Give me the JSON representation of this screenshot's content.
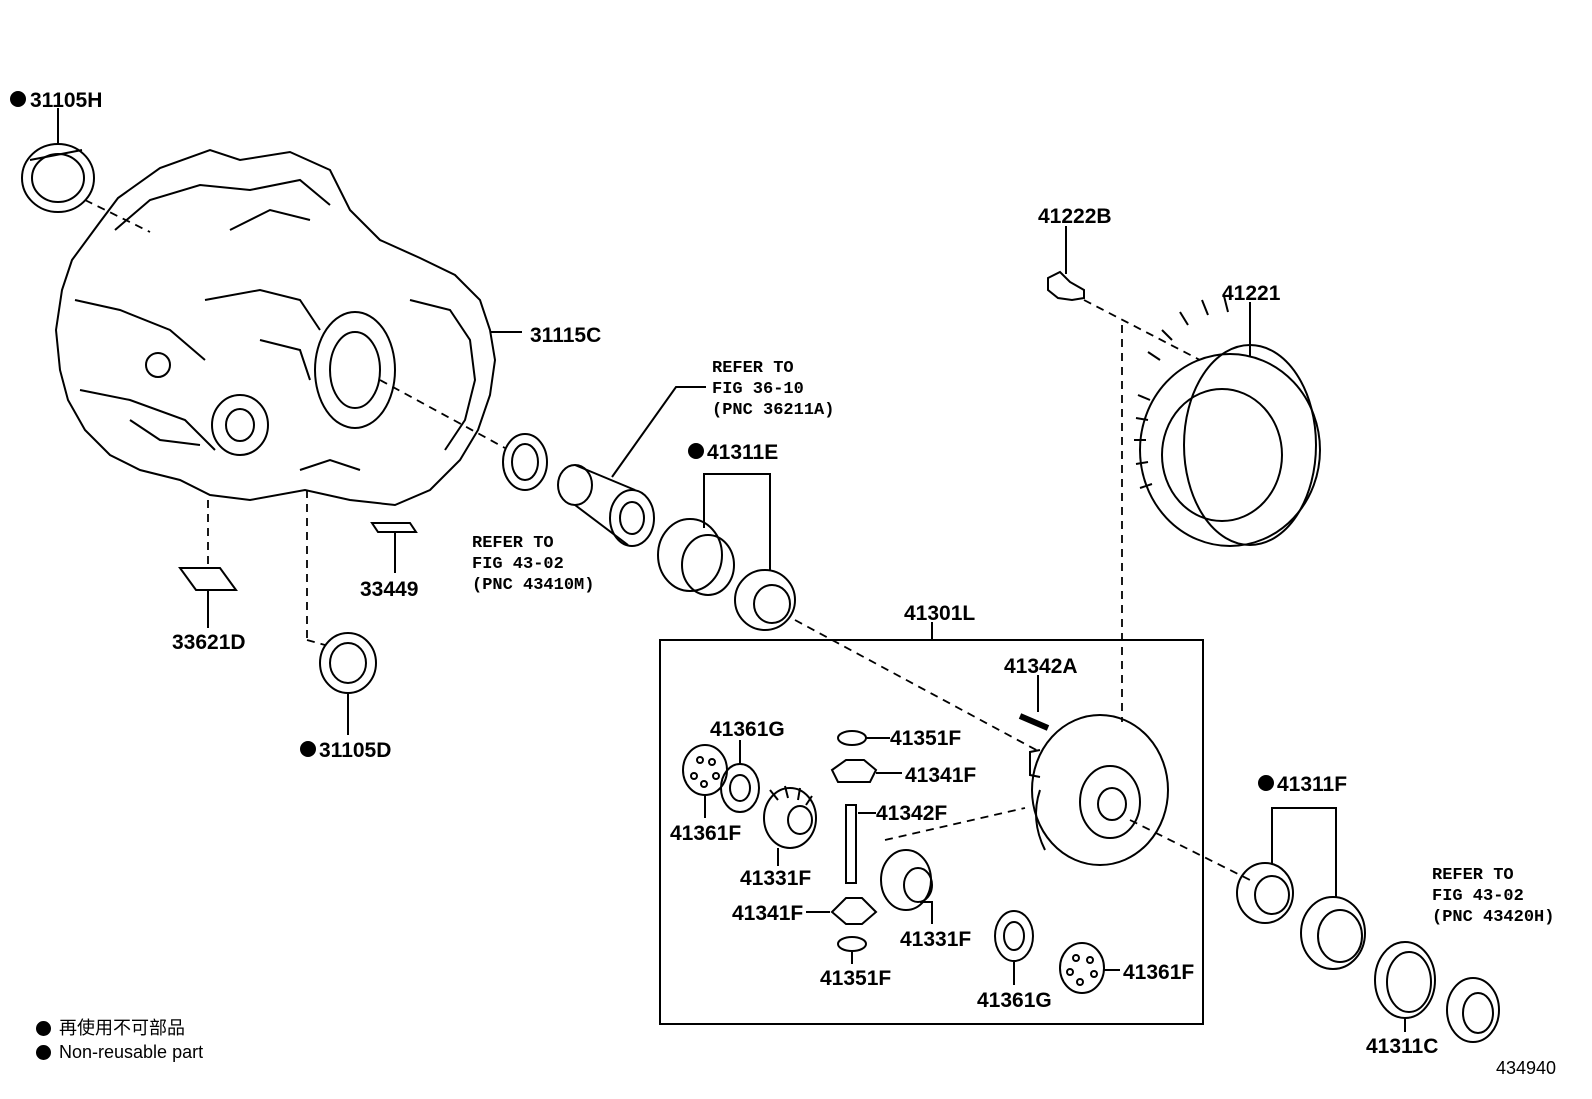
{
  "labels": {
    "p31105H": "31105H",
    "p31115C": "31115C",
    "ref_36_line1": "REFER TO",
    "ref_36_line2": "FIG 36-10",
    "ref_36_line3": "(PNC 36211A)",
    "p41311E": "41311E",
    "ref_43a_line1": "REFER TO",
    "ref_43a_line2": "FIG 43-02",
    "ref_43a_line3": "(PNC 43410M)",
    "p33449": "33449",
    "p33621D": "33621D",
    "p31105D": "31105D",
    "p41222B": "41222B",
    "p41221": "41221",
    "p41301L": "41301L",
    "p41342A": "41342A",
    "p41361G_top": "41361G",
    "p41351F_top": "41351F",
    "p41341F_top": "41341F",
    "p41342F": "41342F",
    "p41361F_left": "41361F",
    "p41331F_left": "41331F",
    "p41341F_bot": "41341F",
    "p41331F_right": "41331F",
    "p41351F_bot": "41351F",
    "p41361G_bot": "41361G",
    "p41361F_right": "41361F",
    "p41311F": "41311F",
    "ref_43b_line1": "REFER TO",
    "ref_43b_line2": "FIG 43-02",
    "ref_43b_line3": "(PNC 43420H)",
    "p41311C": "41311C"
  },
  "legend": {
    "item1": "再使用不可部品",
    "item2": "Non-reusable part"
  },
  "figure_number": "434940"
}
